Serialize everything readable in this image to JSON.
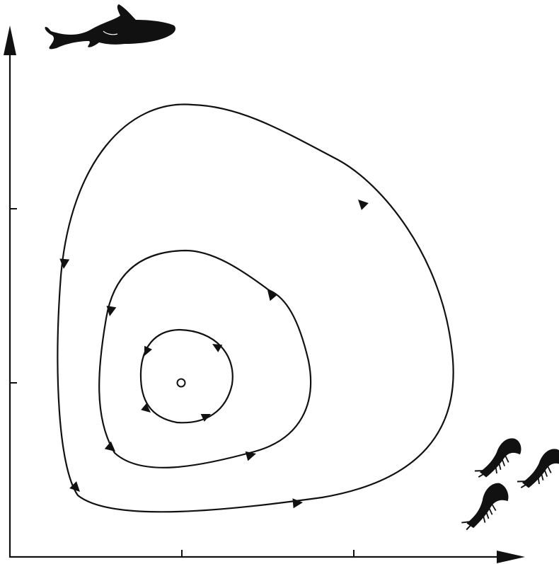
{
  "figure": {
    "type": "predator-prey phase portrait",
    "x_axis_icon": "shrimp-icon",
    "y_axis_icon": "fish-icon",
    "equilibrium_marker": "open-circle",
    "x_ticks": 2,
    "y_ticks": 2,
    "orbits": [
      {
        "name": "inner",
        "direction": "counterclockwise"
      },
      {
        "name": "middle",
        "direction": "counterclockwise"
      },
      {
        "name": "outer",
        "direction": "counterclockwise"
      }
    ],
    "colors": {
      "ink": "#111111",
      "background": "#ffffff"
    }
  }
}
